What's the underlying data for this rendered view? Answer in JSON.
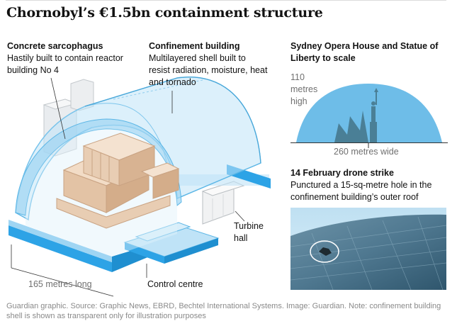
{
  "title": "Chornobyl’s €1.5bn containment structure",
  "sarcophagus": {
    "heading": "Concrete sarcophagus",
    "text": "Hastily built to contain reactor building No 4"
  },
  "confinement": {
    "heading": "Confinement building",
    "text": "Multilayered shell built to resist radiation, moisture, heat and tornado"
  },
  "scale": {
    "heading": "Sydney Opera House and Statue of Liberty to scale",
    "height_label": "110 metres high",
    "width_label": "260 metres wide"
  },
  "drone": {
    "heading": "14 February drone strike",
    "text": "Punctured a 15-sq-metre hole in the confinement building’s outer roof"
  },
  "labels": {
    "turbine_hall": "Turbine hall",
    "length": "165 metres long",
    "control_centre": "Control centre"
  },
  "footer": "Guardian graphic. Source: Graphic News, EBRD, Bechtel International Systems. Image: Guardian. Note: confinement building shell is shown as transparent only for illustration purposes",
  "colors": {
    "shell": "#bfe3f7",
    "shell_edge": "#5bb6e6",
    "base_blue": "#2da3e6",
    "sarcophagus": "#e3c3a5",
    "sky": "#6ebde8",
    "silhouette": "#4a7f96"
  }
}
